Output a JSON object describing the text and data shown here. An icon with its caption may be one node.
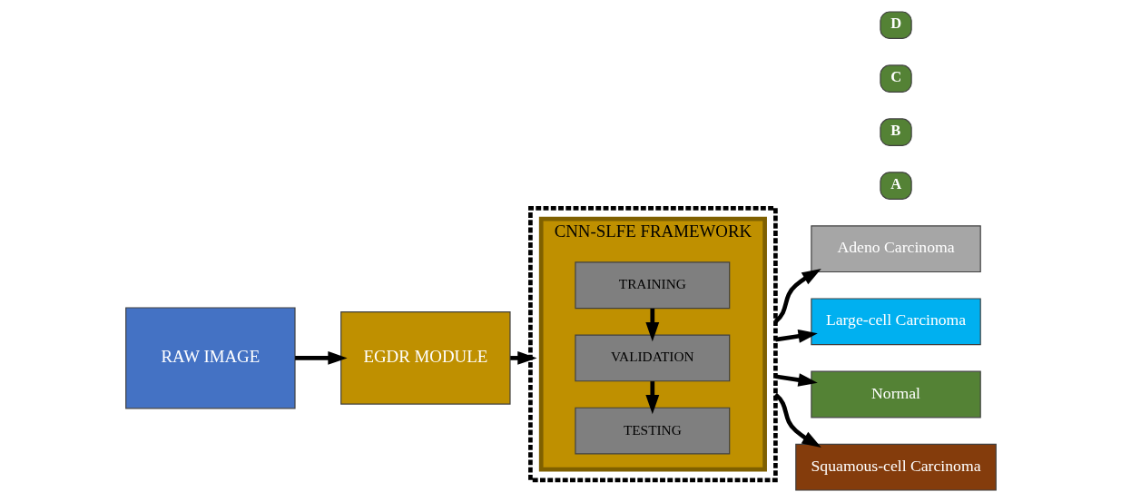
{
  "diagram": {
    "nodes": [
      {
        "text": [
          "RAW IMAGE"
        ]
      },
      {
        "text": [
          "EGDR MODULE"
        ]
      },
      {
        "text": [],
        "shape": "box"
      },
      {
        "text": [
          "CNN-SLFE FRAMEWORK"
        ],
        "in": 2
      },
      {
        "text": [
          "TRAINING"
        ],
        "in": 3
      },
      {
        "text": [
          "VALIDATION"
        ],
        "in": 3
      },
      {
        "text": [
          "TESTING"
        ],
        "in": 3
      },
      {
        "text": [
          "A"
        ]
      },
      {
        "text": [
          "Adeno Carcinoma"
        ]
      },
      {
        "text": [
          "B"
        ]
      },
      {
        "text": [
          "Large-cell Carcinoma"
        ]
      },
      {
        "text": [
          "C"
        ]
      },
      {
        "text": [
          "Normal"
        ]
      },
      {
        "text": [
          "D"
        ]
      },
      {
        "text": [
          "Squamous-cell Carcinoma"
        ]
      }
    ],
    "edges": [
      {
        "from": 0,
        "to": 1,
        "arrow": "to"
      },
      {
        "from": 1,
        "to": 2,
        "arrow": "to"
      },
      {
        "from": 4,
        "to": 5,
        "arrow": "to"
      },
      {
        "from": 5,
        "to": 6,
        "arrow": "to"
      },
      {
        "from": 2,
        "to": 8,
        "arrow": "to"
      },
      {
        "from": 2,
        "to": 10,
        "arrow": "to"
      },
      {
        "from": 2,
        "to": 12,
        "arrow": "to"
      },
      {
        "from": 2,
        "to": 14,
        "arrow": "to"
      }
    ]
  }
}
